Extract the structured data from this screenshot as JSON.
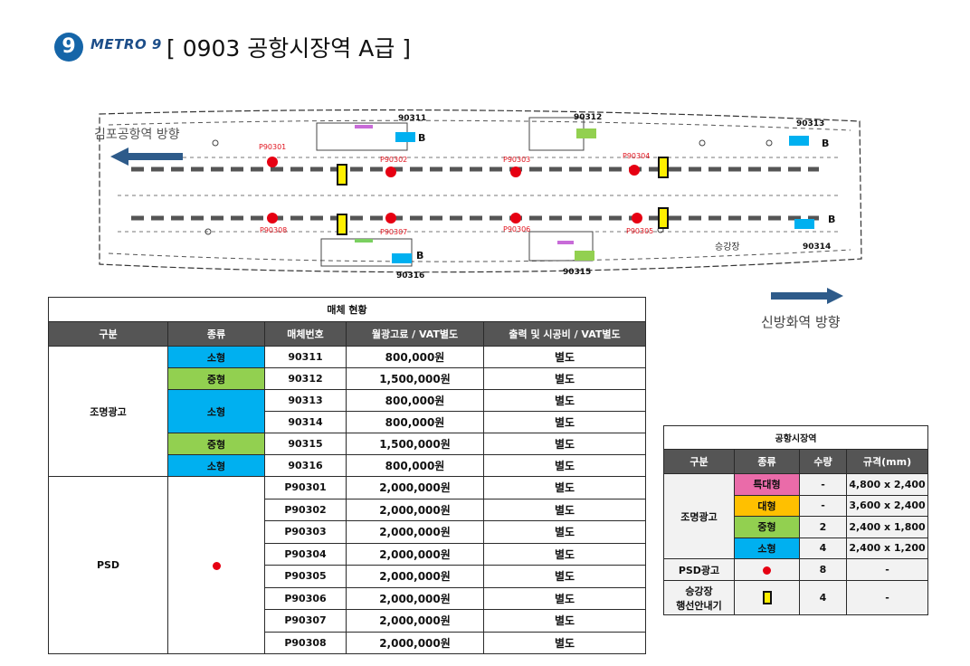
{
  "header": {
    "logo_glyph": "9",
    "brand": "METRO 9",
    "title": "[ 0903  공항시장역 A급 ]"
  },
  "map": {
    "direction_left": "김포공항역 방향",
    "direction_right": "신방화역 방향",
    "media_labels": [
      "90311",
      "90312",
      "90313",
      "90314",
      "90315",
      "90316"
    ],
    "psd_labels": [
      "P90301",
      "P90302",
      "P90303",
      "P90304",
      "P90305",
      "P90306",
      "P90307",
      "P90308"
    ],
    "b_marker": "B",
    "exit_label": "승강장"
  },
  "colors": {
    "small": "#00b0f0",
    "medium": "#92d050",
    "large": "#ffc000",
    "extra_large": "#ea6ba9",
    "psd_dot": "#e60012",
    "guide_box": "#ffef00",
    "header_bg": "#555555",
    "arrow": "#2e5b8a"
  },
  "media_table": {
    "caption": "매체 현황",
    "headers": [
      "구분",
      "종류",
      "매체번호",
      "월광고료 / VAT별도",
      "출력 및 시공비 / VAT별도"
    ],
    "group1": "조명광고",
    "group2": "PSD",
    "rows": [
      {
        "type": "소형",
        "id": "90311",
        "fee": "800,000원",
        "cost": "별도"
      },
      {
        "type": "중형",
        "id": "90312",
        "fee": "1,500,000원",
        "cost": "별도"
      },
      {
        "type": "소형",
        "id": "90313",
        "fee": "800,000원",
        "cost": "별도"
      },
      {
        "type": "",
        "id": "90314",
        "fee": "800,000원",
        "cost": "별도"
      },
      {
        "type": "중형",
        "id": "90315",
        "fee": "1,500,000원",
        "cost": "별도"
      },
      {
        "type": "소형",
        "id": "90316",
        "fee": "800,000원",
        "cost": "별도"
      },
      {
        "type": "psd",
        "id": "P90301",
        "fee": "2,000,000원",
        "cost": "별도"
      },
      {
        "type": "",
        "id": "P90302",
        "fee": "2,000,000원",
        "cost": "별도"
      },
      {
        "type": "",
        "id": "P90303",
        "fee": "2,000,000원",
        "cost": "별도"
      },
      {
        "type": "",
        "id": "P90304",
        "fee": "2,000,000원",
        "cost": "별도"
      },
      {
        "type": "",
        "id": "P90305",
        "fee": "2,000,000원",
        "cost": "별도"
      },
      {
        "type": "",
        "id": "P90306",
        "fee": "2,000,000원",
        "cost": "별도"
      },
      {
        "type": "",
        "id": "P90307",
        "fee": "2,000,000원",
        "cost": "별도"
      },
      {
        "type": "",
        "id": "P90308",
        "fee": "2,000,000원",
        "cost": "별도"
      }
    ]
  },
  "summary_table": {
    "caption": "공항시장역",
    "headers": [
      "구분",
      "종류",
      "수량",
      "규격(mm)"
    ],
    "group1": "조명광고",
    "rows": [
      {
        "type": "특대형",
        "qty": "-",
        "size": "4,800 x 2,400"
      },
      {
        "type": "대형",
        "qty": "-",
        "size": "3,600 x 2,400"
      },
      {
        "type": "중형",
        "qty": "2",
        "size": "2,400 x 1,800"
      },
      {
        "type": "소형",
        "qty": "4",
        "size": "2,400 x 1,200"
      }
    ],
    "psd_row": {
      "category": "PSD광고",
      "qty": "8",
      "size": "-"
    },
    "guide_row": {
      "category_line1": "승강장",
      "category_line2": "행선안내기",
      "qty": "4",
      "size": "-"
    }
  }
}
